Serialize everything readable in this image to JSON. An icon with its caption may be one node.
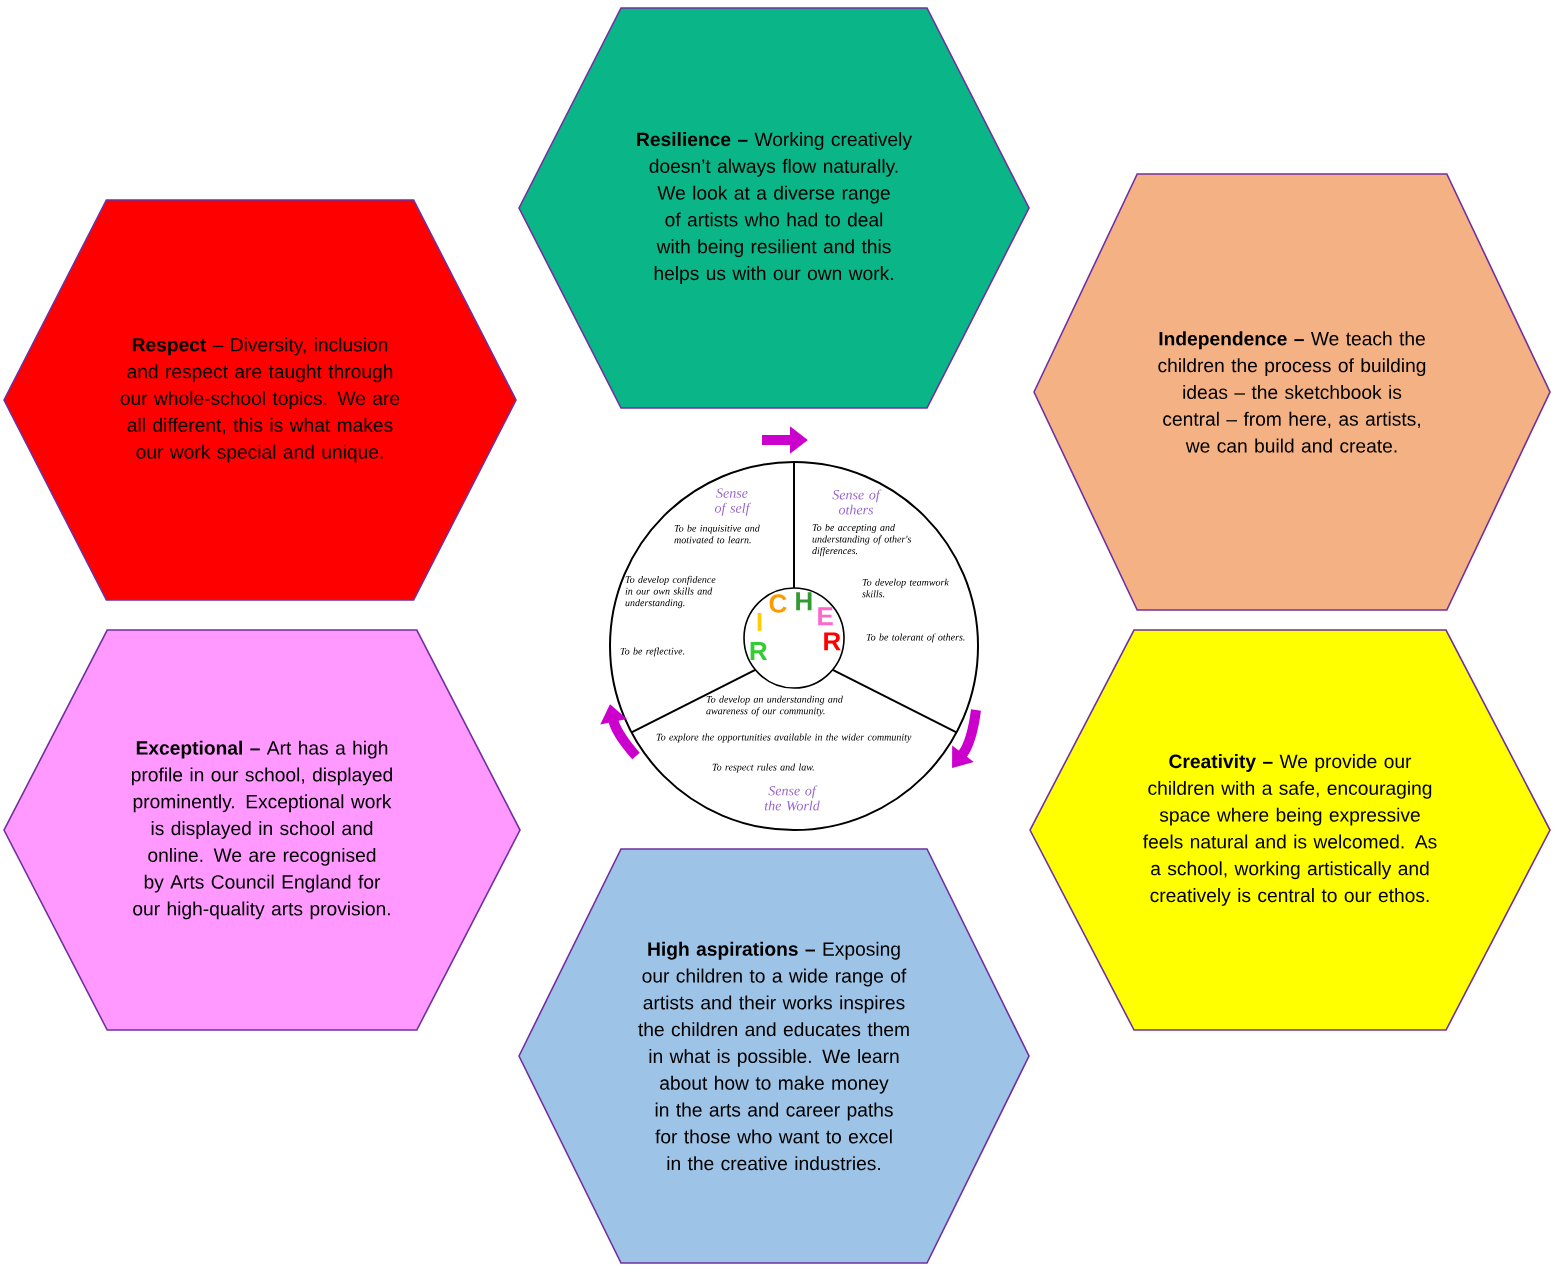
{
  "diagram": {
    "nodes": [
      {
        "text": [
          "**Resilience –** Working creatively doesn’t  always flow naturally. We look at a diverse range of artists who had to deal with being resilient and this helps us with our own work."
        ]
      },
      {
        "text": [
          "**Respect** – Diversity, inclusion and respect are taught through our whole-school topics. We are all different, this is what makes our work special and unique."
        ]
      },
      {
        "text": [
          "**Independence –** We teach the children the process of building ideas – the sketchbook is central – from here, as artists, we can build and create."
        ]
      },
      {
        "text": [
          "**Exceptional –** Art has a high profile in our school, displayed prominently. Exceptional work is displayed in school and online. We are recognised by Arts Council England for our high-quality arts provision."
        ]
      },
      {
        "text": [
          "**Creativity –** We provide our children with a safe, encouraging space where being expressive feels natural and is welcomed. As a school, working artistically and creatively is central to our ethos."
        ]
      },
      {
        "text": [
          "**High aspirations –** Exposing our children to a wide range of artists and their works inspires the children and educates them in what is possible. We learn about how to make money in the arts and career paths for those who want to excel in the creative industries."
        ]
      },
      {
        "text": [
          "Sense of self",
          "Sense of others",
          "To be inquisitive and motivated to learn.",
          "To be accepting and understanding of other's differences.",
          "To develop confidence in our own skills and understanding.",
          "To develop teamwork skills.",
          "To be tolerant of others.",
          "To be reflective.",
          "To develop an understanding and awareness of our community.",
          "To explore the opportunities available in the wider community",
          "To respect rules and law.",
          "Sense of the World"
        ]
      }
    ],
    "labels": [
      "R",
      "I",
      "C",
      "H",
      "E",
      "R"
    ]
  }
}
